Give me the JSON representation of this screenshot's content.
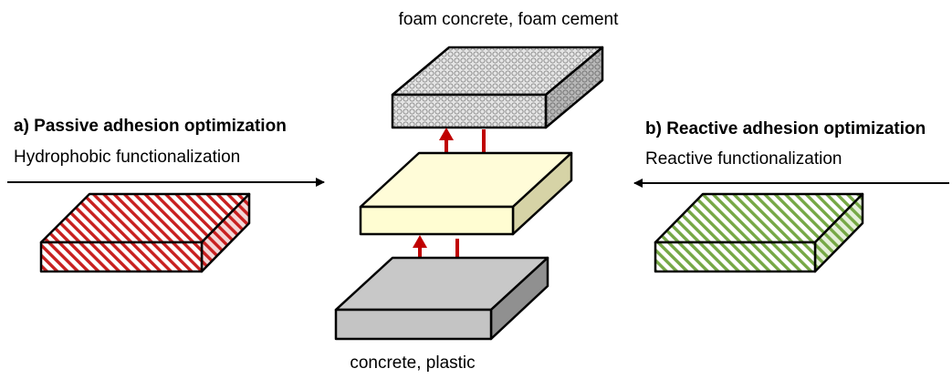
{
  "labels": {
    "top_material": "foam concrete, foam cement",
    "bottom_material": "concrete, plastic",
    "left_title": "a) Passive adhesion optimization",
    "left_subtitle": "Hydrophobic functionalization",
    "right_title": "b) Reactive adhesion optimization",
    "right_subtitle": "Reactive functionalization"
  },
  "colors": {
    "outline": "#000000",
    "arrow_red": "#c00000",
    "adhesive_top": "#fffcd8",
    "adhesive_front": "#fffdd2",
    "adhesive_side": "#d6d3a6",
    "substrate_top": "#c8c8c8",
    "substrate_front": "#c4c4c4",
    "substrate_side": "#909090",
    "foam": "#cfcfcf",
    "hatch_red": "#c82020",
    "hatch_green": "#76a846"
  },
  "icons": {
    "foam_slab": "foam-block-icon",
    "adhesive_slab": "adhesive-layer-icon",
    "substrate_slab": "substrate-block-icon",
    "passive_slab": "red-hatched-block-icon",
    "reactive_slab": "green-hatched-block-icon"
  }
}
